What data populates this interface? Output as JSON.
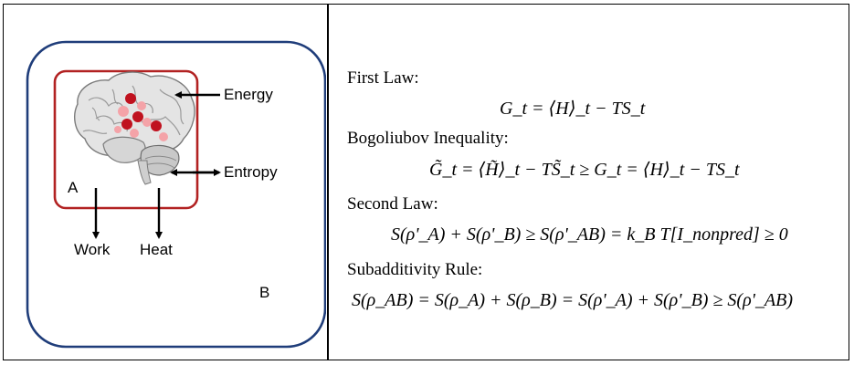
{
  "diagram": {
    "labels": {
      "energy": "Energy",
      "entropy": "Entropy",
      "a": "A",
      "b": "B",
      "work": "Work",
      "heat": "Heat"
    },
    "colors": {
      "outer_system_border": "#1f3d7a",
      "inner_system_border": "#b22222",
      "activation_dark": "#c0121f",
      "activation_light": "#f4a3a8"
    }
  },
  "equations": {
    "first_law": {
      "heading": "First Law:",
      "formula": "G_t = ⟨H⟩_t − TS_t"
    },
    "bogoliubov": {
      "heading": "Bogoliubov Inequality:",
      "formula": "G̃_t = ⟨H̃⟩_t − TS̃_t ≥ G_t = ⟨H⟩_t − TS_t"
    },
    "second_law": {
      "heading": "Second Law:",
      "formula": "S(ρ'_A) + S(ρ'_B) ≥ S(ρ'_AB) = k_B T[I_nonpred] ≥ 0"
    },
    "subadditivity": {
      "heading": "Subadditivity Rule:",
      "formula": "S(ρ_AB) = S(ρ_A) + S(ρ_B) = S(ρ'_A) + S(ρ'_B) ≥ S(ρ'_AB)"
    }
  }
}
